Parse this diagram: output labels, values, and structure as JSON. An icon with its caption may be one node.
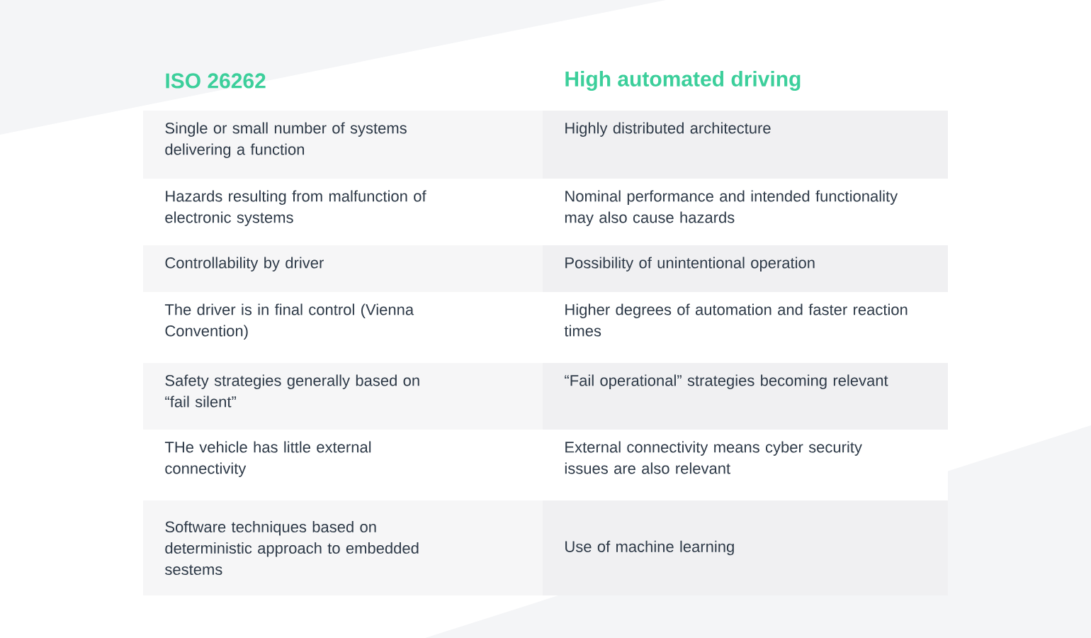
{
  "diagram": {
    "labels": [
      "ISO 26262",
      "High automated driving",
      "Single or small number of systems delivering a function",
      "Highly distributed architecture",
      "Hazards resulting from malfunction of electronic systems",
      "Nominal performance and intended functionality may also cause hazards",
      "Controllability by driver",
      "Possibility of unintentional operation",
      "The driver is in final control (Vienna Convention)",
      "Higher degrees of automation and faster reaction times",
      "Safety strategies generally based on “fail silent”",
      "“Fail operational” strategies becoming relevant",
      "THe vehicle has little external connectivity",
      "External connectivity means cyber security issues are also relevant",
      "Software techniques based on deterministic approach to embedded sestems",
      "Use of machine learning"
    ]
  }
}
